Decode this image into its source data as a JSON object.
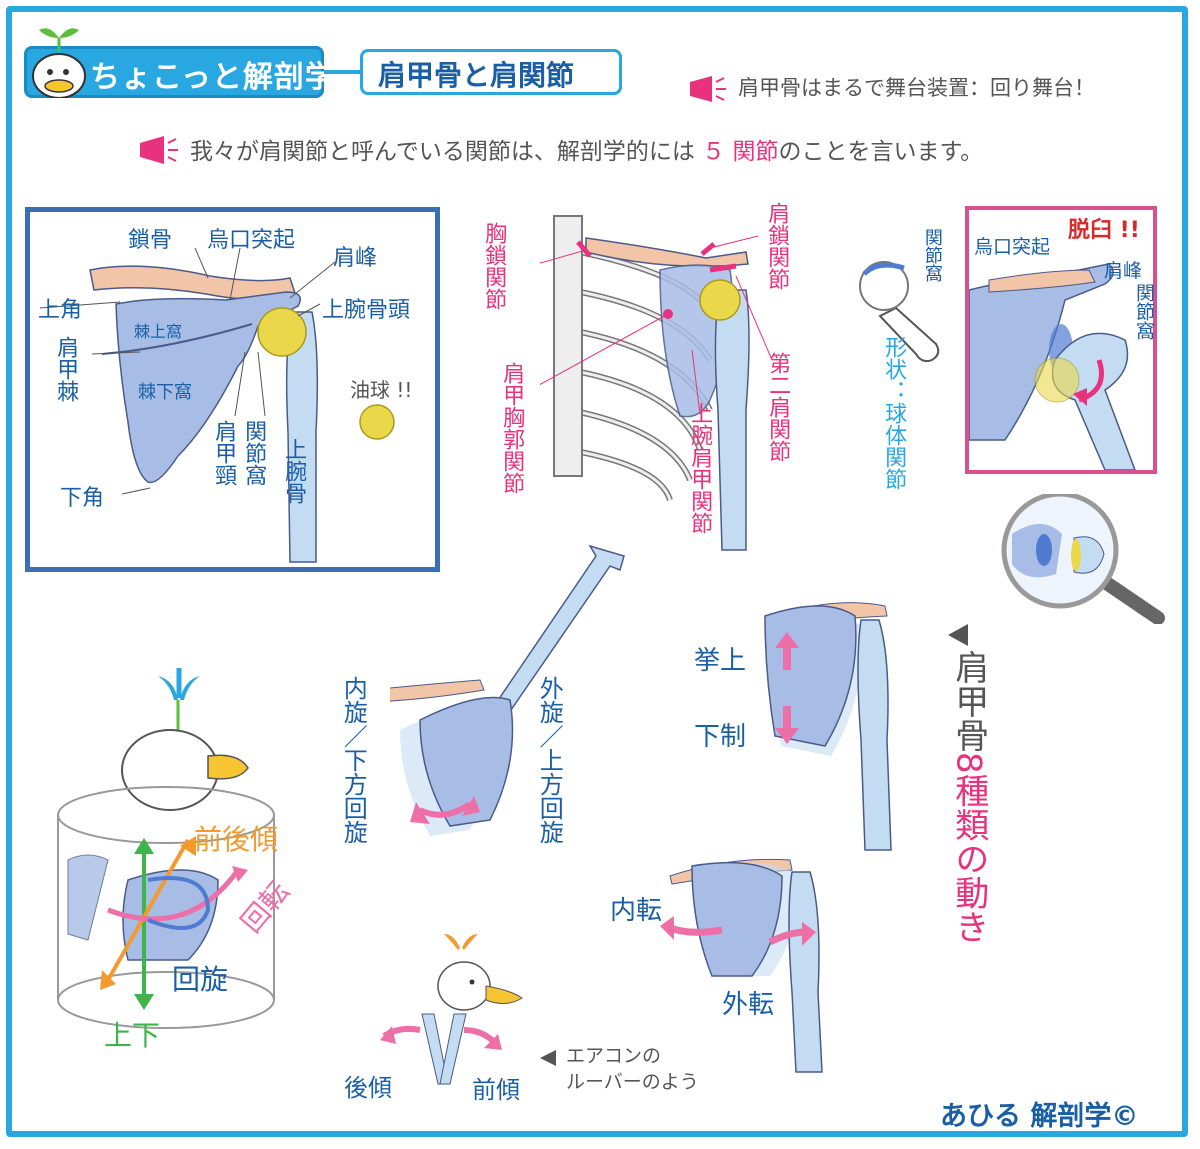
{
  "header": {
    "series_title": "ちょこっと解剖学",
    "topic_title": "肩甲骨と肩関節",
    "note_stage": "肩甲骨はまるで舞台装置：回り舞台！",
    "note_joints_prefix": "我々が肩関節と呼んでいる関節は、解剖学的には",
    "note_joints_num": "５",
    "note_joints_mid": "関節",
    "note_joints_suffix": "のことを言います。"
  },
  "scapula_panel": {
    "clavicle": "鎖骨",
    "coracoid": "烏口突起",
    "acromion": "肩峰",
    "superior_angle": "上角",
    "humeral_head": "上腕骨頭",
    "supraspinous": "棘上窩",
    "spine": "肩甲棘",
    "infraspinous": "棘下窩",
    "oil_ball": "油球 !!",
    "neck": "肩甲頸",
    "glenoid": "関節窩",
    "humerus": "上腕骨",
    "inferior_angle": "下角"
  },
  "joints_panel": {
    "sternoclavicular": "胸鎖関節",
    "acromioclavicular": "肩鎖関節",
    "scapulothoracic": "肩甲胸郭関節",
    "glenohumeral": "上腕肩甲関節",
    "second_shoulder": "第二肩関節"
  },
  "shape_panel": {
    "glenoid": "関節窩",
    "shape": "形状：球体関節"
  },
  "dislocation_panel": {
    "coracoid": "烏口突起",
    "dislocation": "脱臼 !!",
    "acromion": "肩峰",
    "glenoid": "関節窩"
  },
  "movements": {
    "title_a": "肩甲骨",
    "title_num": "8",
    "title_b": "種類の動き",
    "internal_rot": "内旋／下方回旋",
    "external_rot": "外旋／上方回旋",
    "elevation": "挙上",
    "depression": "下制",
    "protraction": "内転",
    "retraction": "外転",
    "tilt": "前後傾",
    "rotation": "回転",
    "turn": "回旋",
    "updown": "上下",
    "posterior_tilt": "後傾",
    "anterior_tilt": "前傾",
    "louver_note": "エアコンの\nルーバーのよう"
  },
  "credit": "あひる 解剖学©",
  "colors": {
    "frame": "#29a7e1",
    "bone": "#a7bde6",
    "bone_stroke": "#4a5a8a",
    "clavicle": "#f2c4a8",
    "humerus": "#c4dcf2",
    "head": "#ebd84a",
    "label_blue": "#1a5fa6",
    "label_pink": "#e8327d",
    "arrow_pink": "#ec6fa7",
    "tilt_orange": "#f29a2e",
    "updown_green": "#3db54a"
  }
}
